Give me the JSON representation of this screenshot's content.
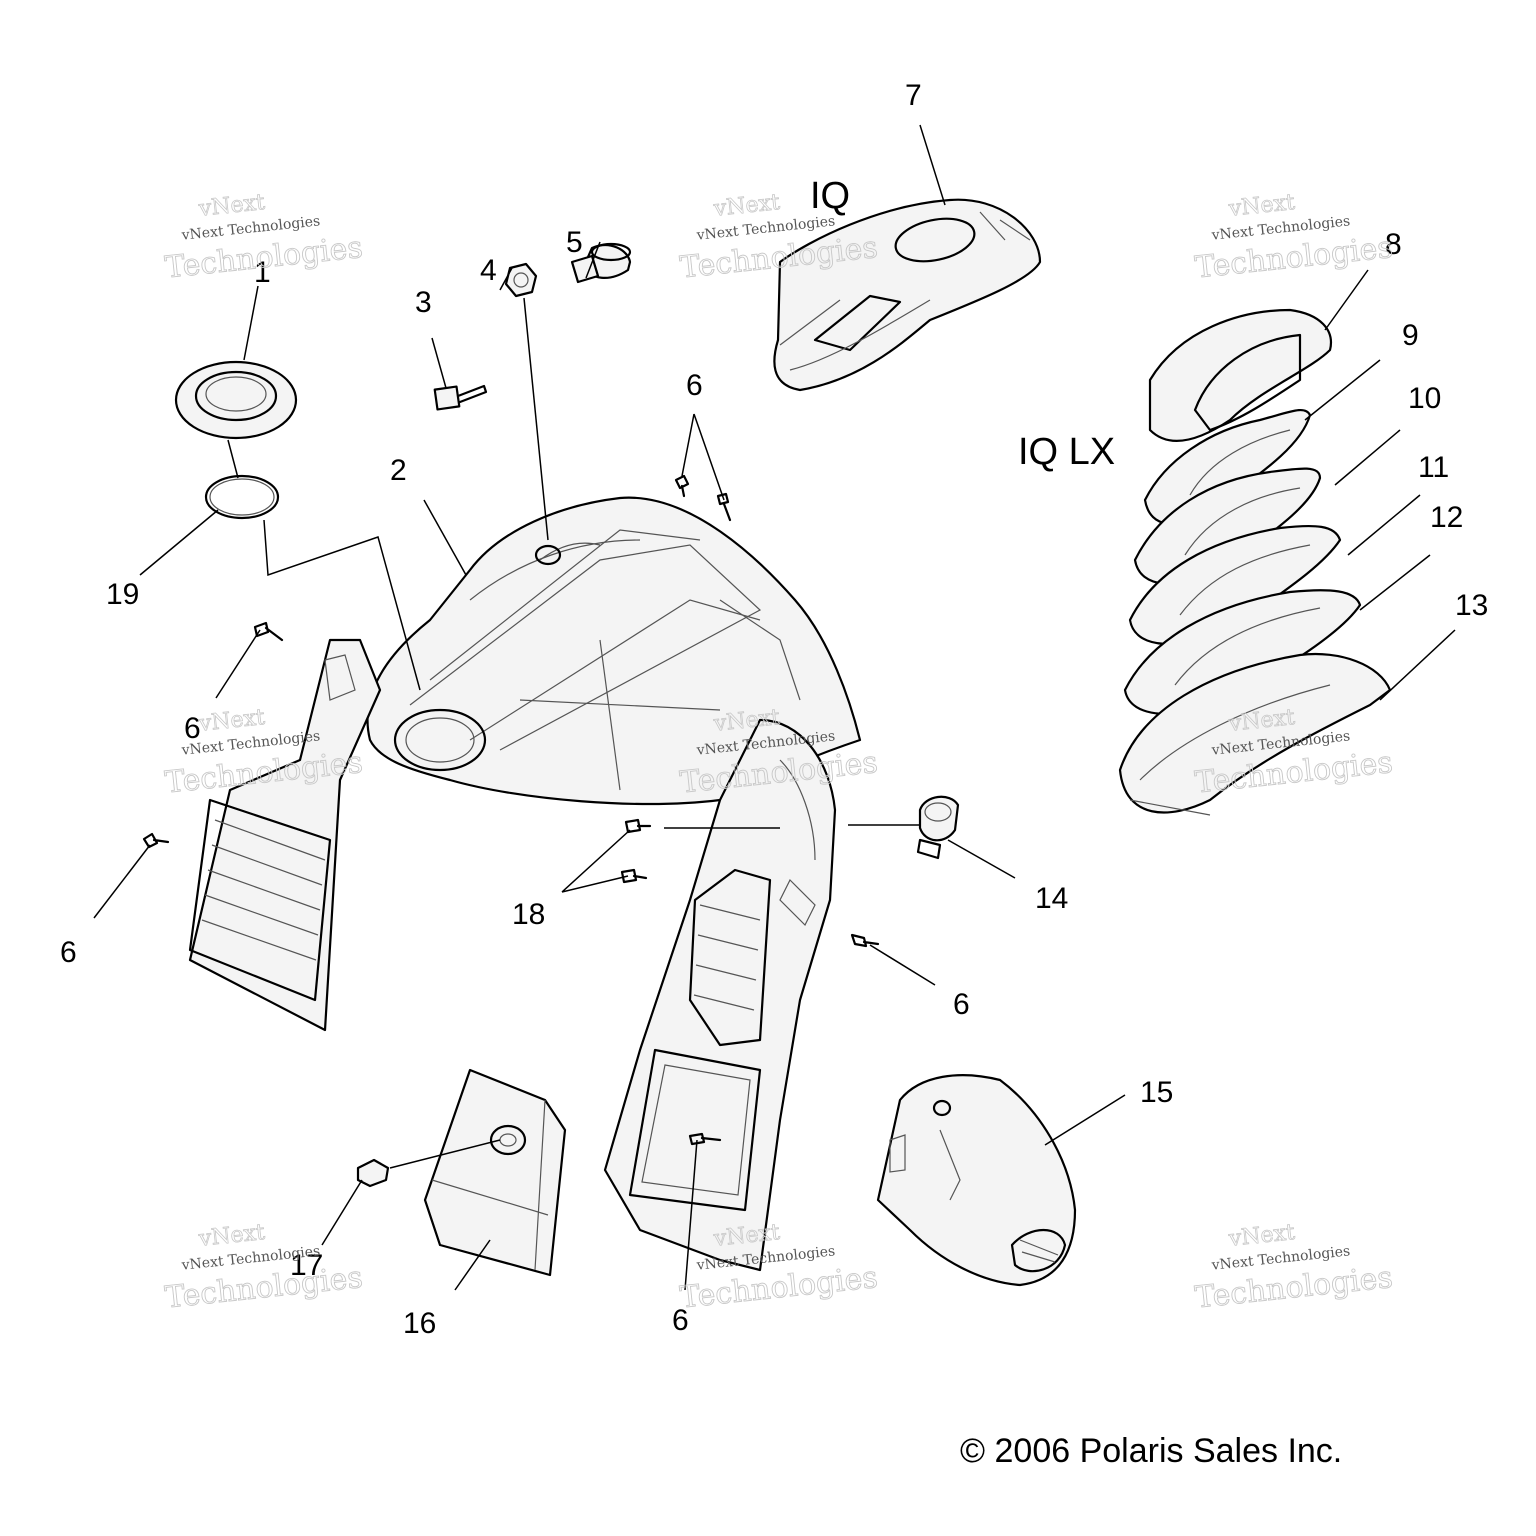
{
  "callouts": {
    "c1": "1",
    "c2": "2",
    "c3": "3",
    "c4": "4",
    "c5": "5",
    "c6": "6",
    "c7": "7",
    "c8": "8",
    "c9": "9",
    "c10": "10",
    "c11": "11",
    "c12": "12",
    "c13": "13",
    "c14": "14",
    "c15": "15",
    "c16": "16",
    "c17": "17",
    "c18": "18",
    "c19": "19"
  },
  "variants": {
    "iq": "IQ",
    "iq_lx": "IQ LX"
  },
  "copyright": "© 2006 Polaris Sales Inc.",
  "watermark": {
    "line1": "vNext",
    "line2": "vNext Technologies",
    "line3": "Technologies"
  }
}
